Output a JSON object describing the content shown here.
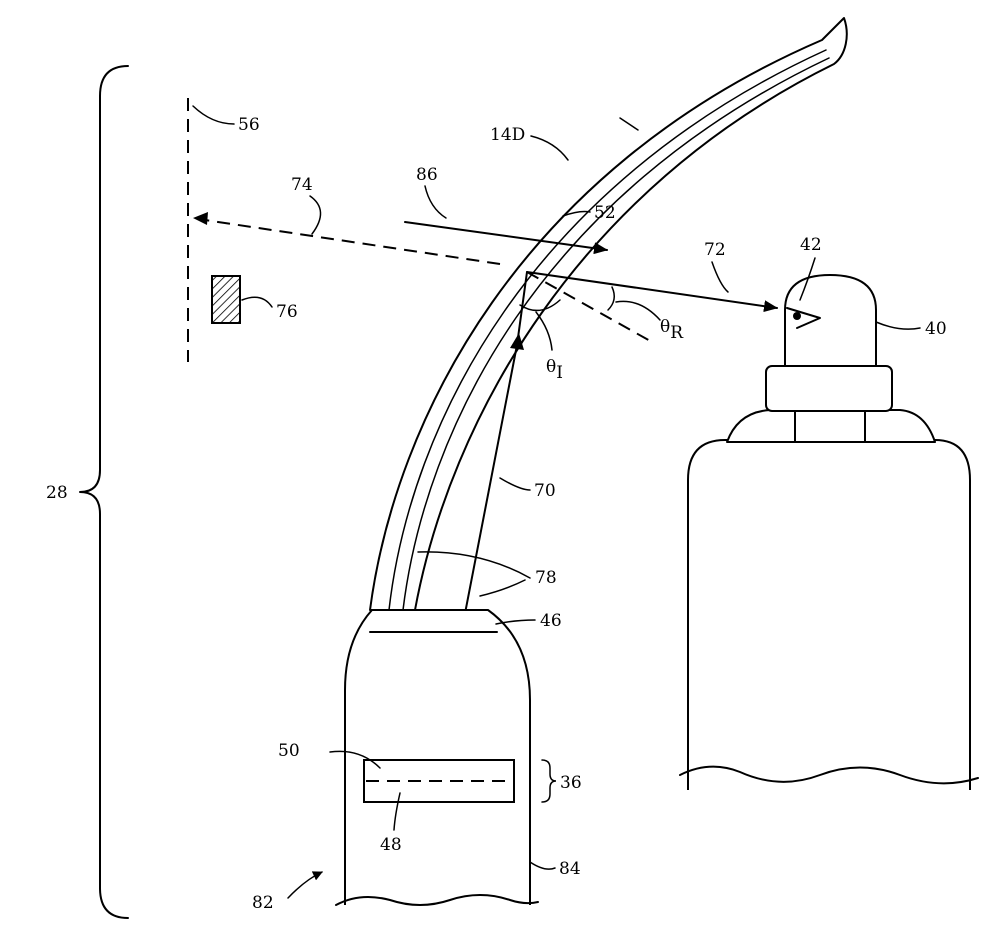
{
  "labels": {
    "l28": "28",
    "l56": "56",
    "l74": "74",
    "l76": "76",
    "l86": "86",
    "l14d": "14D",
    "l52": "52",
    "l72": "72",
    "l42": "42",
    "l40": "40",
    "l70": "70",
    "l78": "78",
    "l46": "46",
    "l50": "50",
    "l36": "36",
    "l48": "48",
    "l84": "84",
    "l82": "82"
  },
  "angles": {
    "theta_r": "θ",
    "theta_r_sub": "R",
    "theta_i": "θ",
    "theta_i_sub": "I"
  }
}
